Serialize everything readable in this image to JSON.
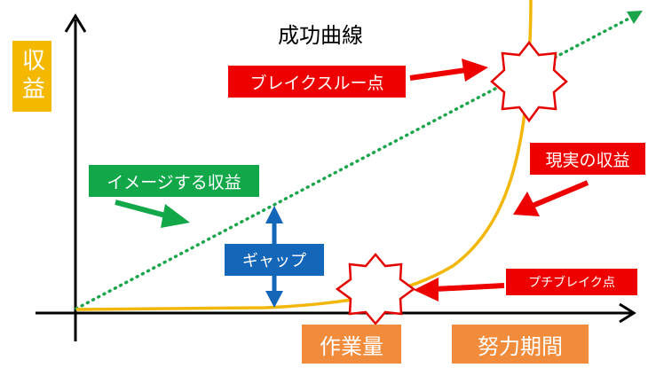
{
  "title": "成功曲線",
  "y_axis_label": "収益",
  "x_axis_label_left": "作業量",
  "x_axis_label_right": "努力期間",
  "labels": {
    "breakthrough": "ブレイクスルー点",
    "expected_profit": "イメージする収益",
    "actual_profit": "現実の収益",
    "gap": "ギャップ",
    "breakpoint": "プチブレイク点"
  },
  "colors": {
    "orange_label": "#f5b800",
    "red_label": "#ee0000",
    "green_label": "#12a84a",
    "blue_label": "#1466b8",
    "axis_label_orange": "#f08c3c",
    "curve": "#f2b70a",
    "dotted_line": "#1aa54b",
    "arrow_red": "#ee0000",
    "arrow_green": "#12a84a",
    "arrow_blue": "#1466b8"
  }
}
